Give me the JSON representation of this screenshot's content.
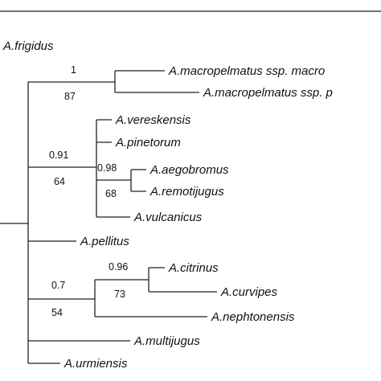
{
  "taxa": {
    "frigidus": "A.frigidus",
    "macro1": "A.macropelmatus ssp. macro",
    "macro2": "A.macropelmatus ssp. p",
    "vereskensis": "A.vereskensis",
    "pinetorum": "A.pinetorum",
    "aegobromus": "A.aegobromus",
    "remotijugus": "A.remotijugus",
    "vulcanicus": "A.vulcanicus",
    "pellitus": "A.pellitus",
    "citrinus": "A.citrinus",
    "curvipes": "A.curvipes",
    "nephtonensis": "A.nephtonensis",
    "multijugus": "A.multijugus",
    "urmiensis": "A.urmiensis"
  },
  "support": {
    "macro_pp": "1",
    "macro_bs": "87",
    "vereskensis_pp": "0.91",
    "vereskensis_bs": "64",
    "aego_pp": "0.98",
    "aego_bs": "68",
    "citrinus_pp": "0.96",
    "citrinus_bs": "73",
    "nepht_pp": "0.7",
    "nepht_bs": "54"
  }
}
